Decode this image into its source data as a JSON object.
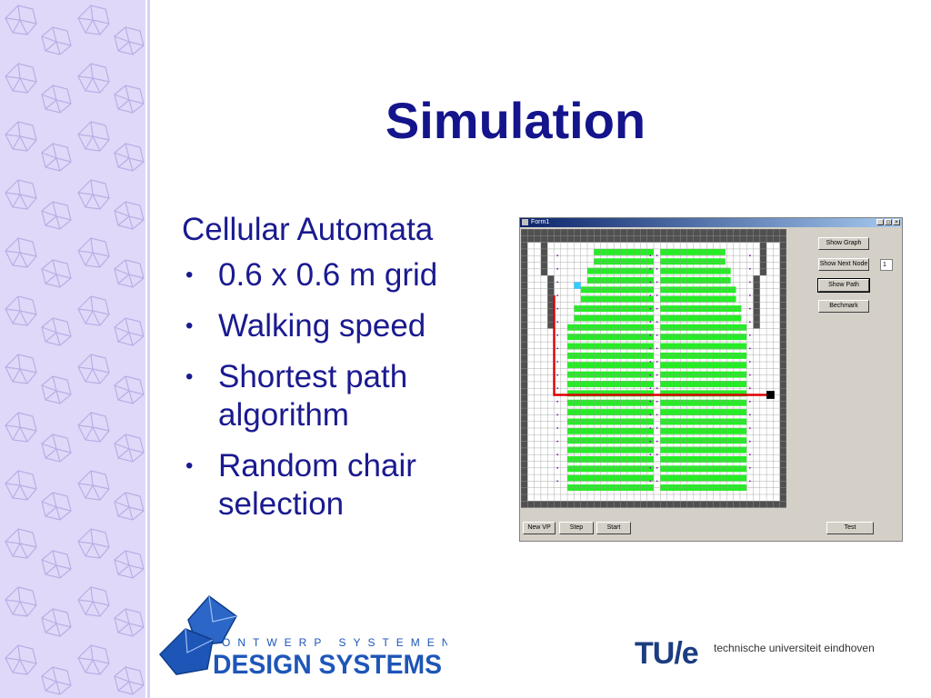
{
  "slide": {
    "title": "Simulation",
    "heading": "Cellular Automata",
    "bullets": [
      "0.6 x 0.6 m grid",
      "Walking speed",
      "Shortest path algorithm",
      "Random chair selection"
    ]
  },
  "window": {
    "title": "Form1",
    "buttons": {
      "show_graph": "Show Graph",
      "show_next_node": "Show Next Node",
      "show_path": "Show Path",
      "bechmark": "Bechmark",
      "new_vp": "New VP",
      "step": "Step",
      "start": "Start",
      "test": "Test"
    },
    "next_node_value": "1",
    "caption_buttons": [
      "_",
      "□",
      "×"
    ]
  },
  "logos": {
    "ds_top": "ONTWERP SYSTEMEN",
    "ds_bottom": "DESIGN SYSTEMS",
    "tue_mark": "TU/e",
    "tue_text": "technische universiteit eindhoven"
  },
  "colors": {
    "title": "#14148c",
    "text": "#1a1a90",
    "chairs": "#22ee22",
    "path": "#dd0000",
    "wall": "#505050",
    "sidebar": "#e0d8f8"
  }
}
